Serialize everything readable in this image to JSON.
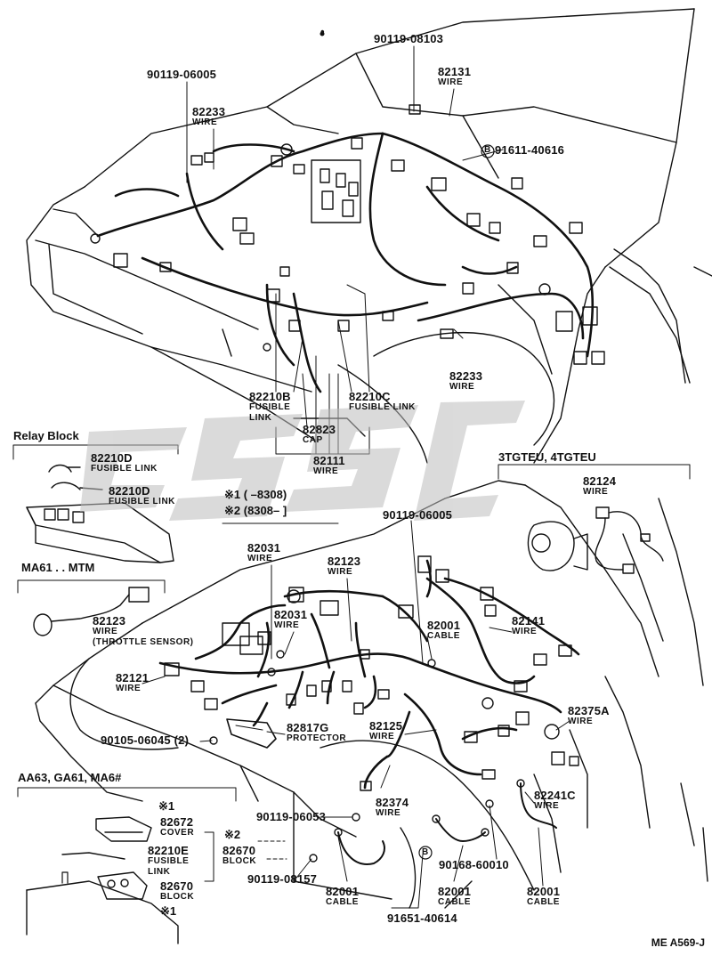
{
  "diagram": {
    "dot_mark": "•",
    "ref_code": "ME   A569-J",
    "headers": {
      "relay_block": "Relay Block",
      "engine_3tgteu": "3TGTEU, 4TGTEU",
      "ma61_mtm": "MA61 . . MTM",
      "aa63_group": "AA63, GA61, MA6#"
    },
    "legend": {
      "note1": "※1 (      –8308)",
      "note2": "※2 (8308–           ]"
    },
    "labels": [
      {
        "id": "l90119_08103",
        "num": "90119-08103"
      },
      {
        "id": "l82131",
        "num": "82131",
        "sub": "WIRE"
      },
      {
        "id": "l90119_06005a",
        "num": "90119-06005"
      },
      {
        "id": "l82233a",
        "num": "82233",
        "sub": "WIRE"
      },
      {
        "id": "l91611",
        "num": "91611-40616"
      },
      {
        "id": "l82233b",
        "num": "82233",
        "sub": "WIRE"
      },
      {
        "id": "l82210b",
        "num": "82210B",
        "sub": "FUSIBLE",
        "sub2": "LINK"
      },
      {
        "id": "l82210c",
        "num": "82210C",
        "sub": "FUSIBLE LINK"
      },
      {
        "id": "l82823",
        "num": "82823",
        "sub": "CAP"
      },
      {
        "id": "l82111",
        "num": "82111",
        "sub": "WIRE"
      },
      {
        "id": "l82210d1",
        "num": "82210D",
        "sub": "FUSIBLE LINK"
      },
      {
        "id": "l82210d2",
        "num": "82210D",
        "sub": "FUSIBLE LINK"
      },
      {
        "id": "l82124",
        "num": "82124",
        "sub": "WIRE"
      },
      {
        "id": "l90119_06005b",
        "num": "90119-06005"
      },
      {
        "id": "l82031a",
        "num": "82031",
        "sub": "WIRE"
      },
      {
        "id": "l82123a",
        "num": "82123",
        "sub": "WIRE"
      },
      {
        "id": "l82123b",
        "num": "82123",
        "sub": "WIRE",
        "sub2": "(THROTTLE SENSOR)"
      },
      {
        "id": "l82031b",
        "num": "82031",
        "sub": "WIRE"
      },
      {
        "id": "l82001a",
        "num": "82001",
        "sub": "CABLE"
      },
      {
        "id": "l82141",
        "num": "82141",
        "sub": "WIRE"
      },
      {
        "id": "l82121",
        "num": "82121",
        "sub": "WIRE"
      },
      {
        "id": "l82375a",
        "num": "82375A",
        "sub": "WIRE"
      },
      {
        "id": "l82125",
        "num": "82125",
        "sub": "WIRE"
      },
      {
        "id": "l82817g",
        "num": "82817G",
        "sub": "PROTECTOR"
      },
      {
        "id": "l90105",
        "num": "90105-06045 (2)"
      },
      {
        "id": "l82374",
        "num": "82374",
        "sub": "WIRE"
      },
      {
        "id": "l82241c",
        "num": "82241C",
        "sub": "WIRE"
      },
      {
        "id": "l90119_06053",
        "num": "90119-06053"
      },
      {
        "id": "l82672",
        "num": "82672",
        "sub": "COVER"
      },
      {
        "id": "l82210e",
        "num": "82210E",
        "sub": "FUSIBLE",
        "sub2": "LINK"
      },
      {
        "id": "l82670a",
        "num": "82670",
        "sub": "BLOCK"
      },
      {
        "id": "l82670b",
        "num": "82670",
        "sub": "BLOCK"
      },
      {
        "id": "l90119_08157",
        "num": "90119-08157"
      },
      {
        "id": "l90168",
        "num": "90168-60010"
      },
      {
        "id": "l82001b",
        "num": "82001",
        "sub": "CABLE"
      },
      {
        "id": "l82001c",
        "num": "82001",
        "sub": "CABLE"
      },
      {
        "id": "l82001d",
        "num": "82001",
        "sub": "CABLE"
      },
      {
        "id": "l91651",
        "num": "91651-40614"
      }
    ],
    "marks": {
      "m1a": "※1",
      "m2": "※2",
      "m1b": "※1"
    }
  },
  "colors": {
    "line": "#111111",
    "watermark": "#bdbdbd"
  }
}
